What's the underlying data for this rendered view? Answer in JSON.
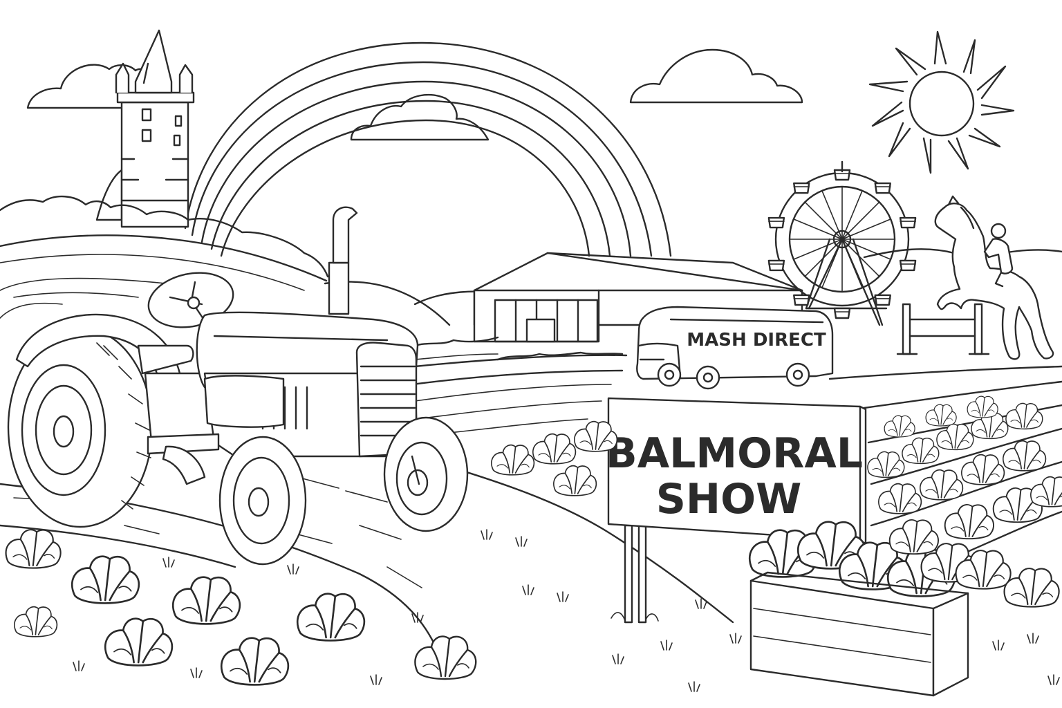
{
  "sign": {
    "line1": "BALMORAL",
    "line2": "SHOW"
  },
  "van": {
    "brand": "MASH DIRECT"
  },
  "colors": {
    "ink": "#2b2b2b",
    "paper": "#ffffff"
  }
}
